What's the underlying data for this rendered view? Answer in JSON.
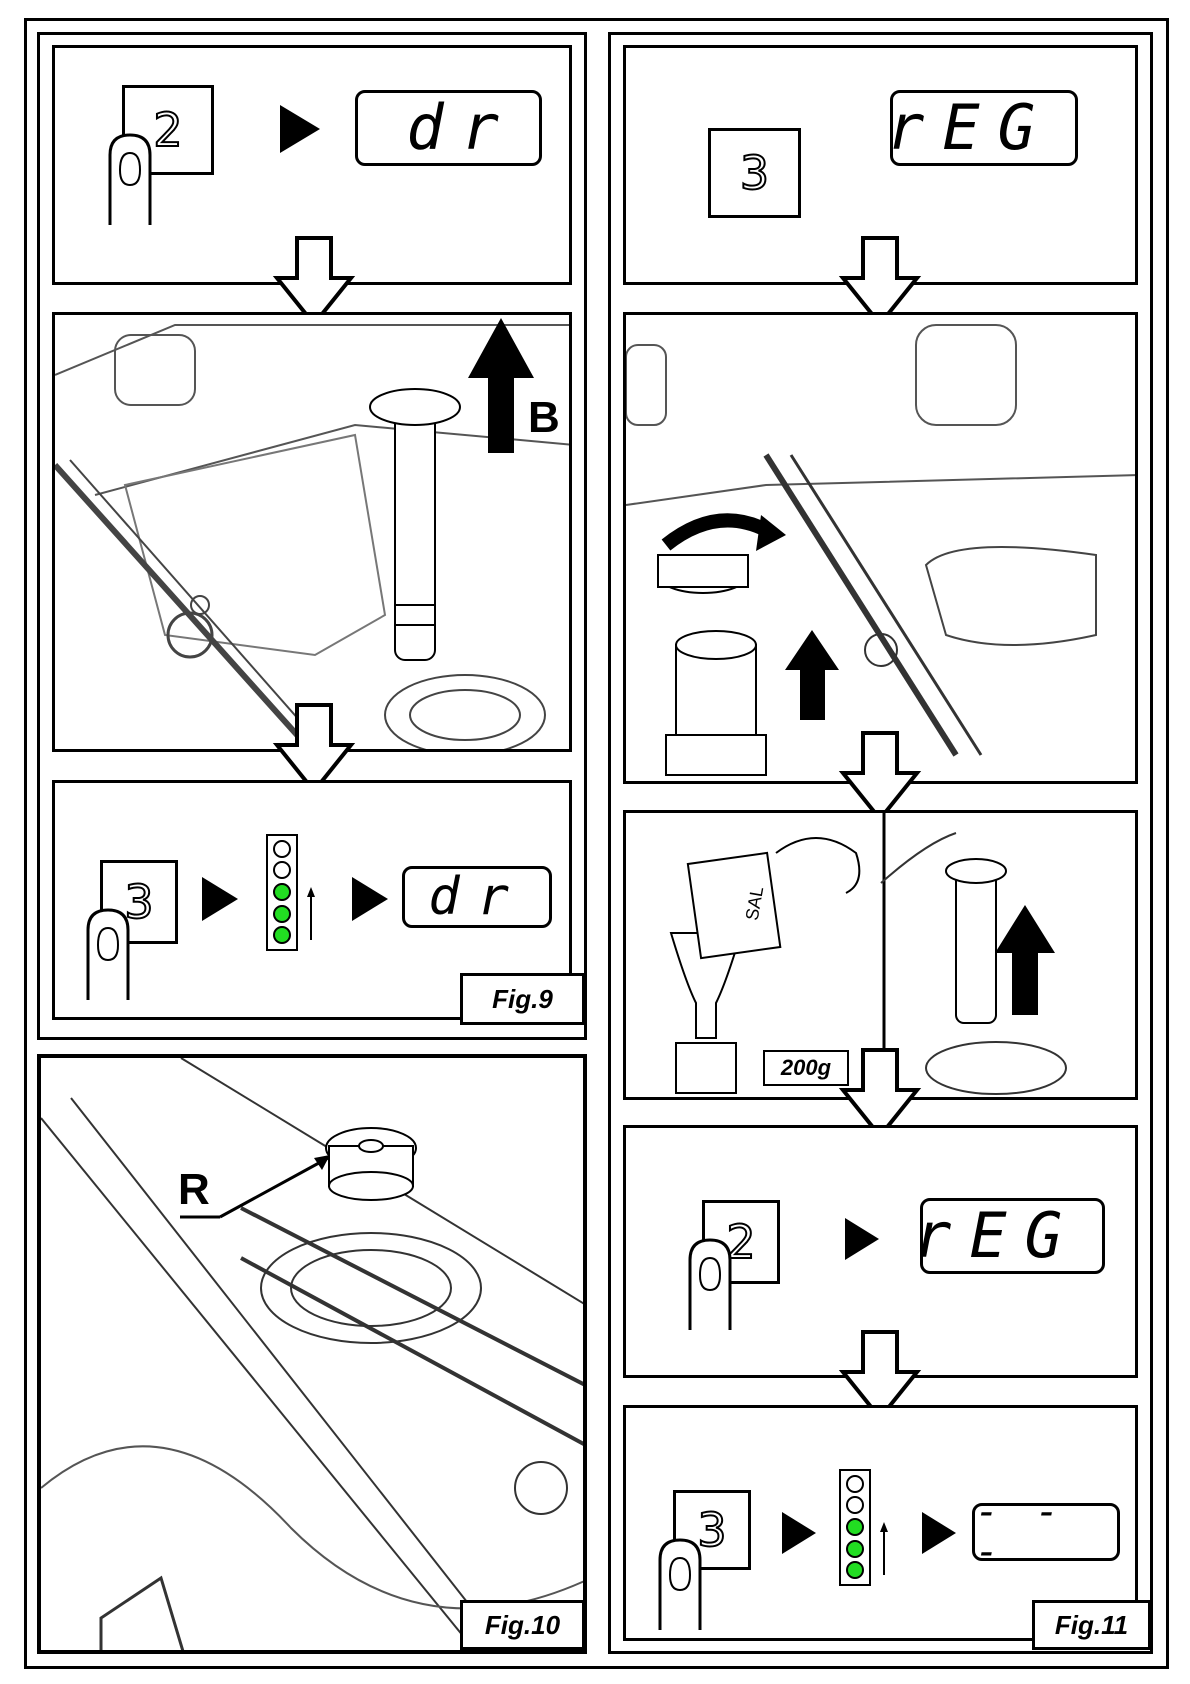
{
  "figures": {
    "fig9": {
      "label": "Fig.9",
      "step1": {
        "key": "2",
        "display": "dr"
      },
      "photo_label": "B",
      "step3": {
        "key": "3",
        "display": "dr"
      }
    },
    "fig10": {
      "label": "Fig.10",
      "photo_label": "R"
    },
    "fig11": {
      "label": "Fig.11",
      "step1": {
        "key": "3",
        "display": "rEG"
      },
      "salt_label": "SAL",
      "salt_weight": "200g",
      "step4": {
        "key": "2",
        "display": "rEG"
      },
      "step5": {
        "key": "3",
        "display": "- - -"
      }
    }
  },
  "colors": {
    "led_on": "#22dd22",
    "ink": "#000000"
  }
}
